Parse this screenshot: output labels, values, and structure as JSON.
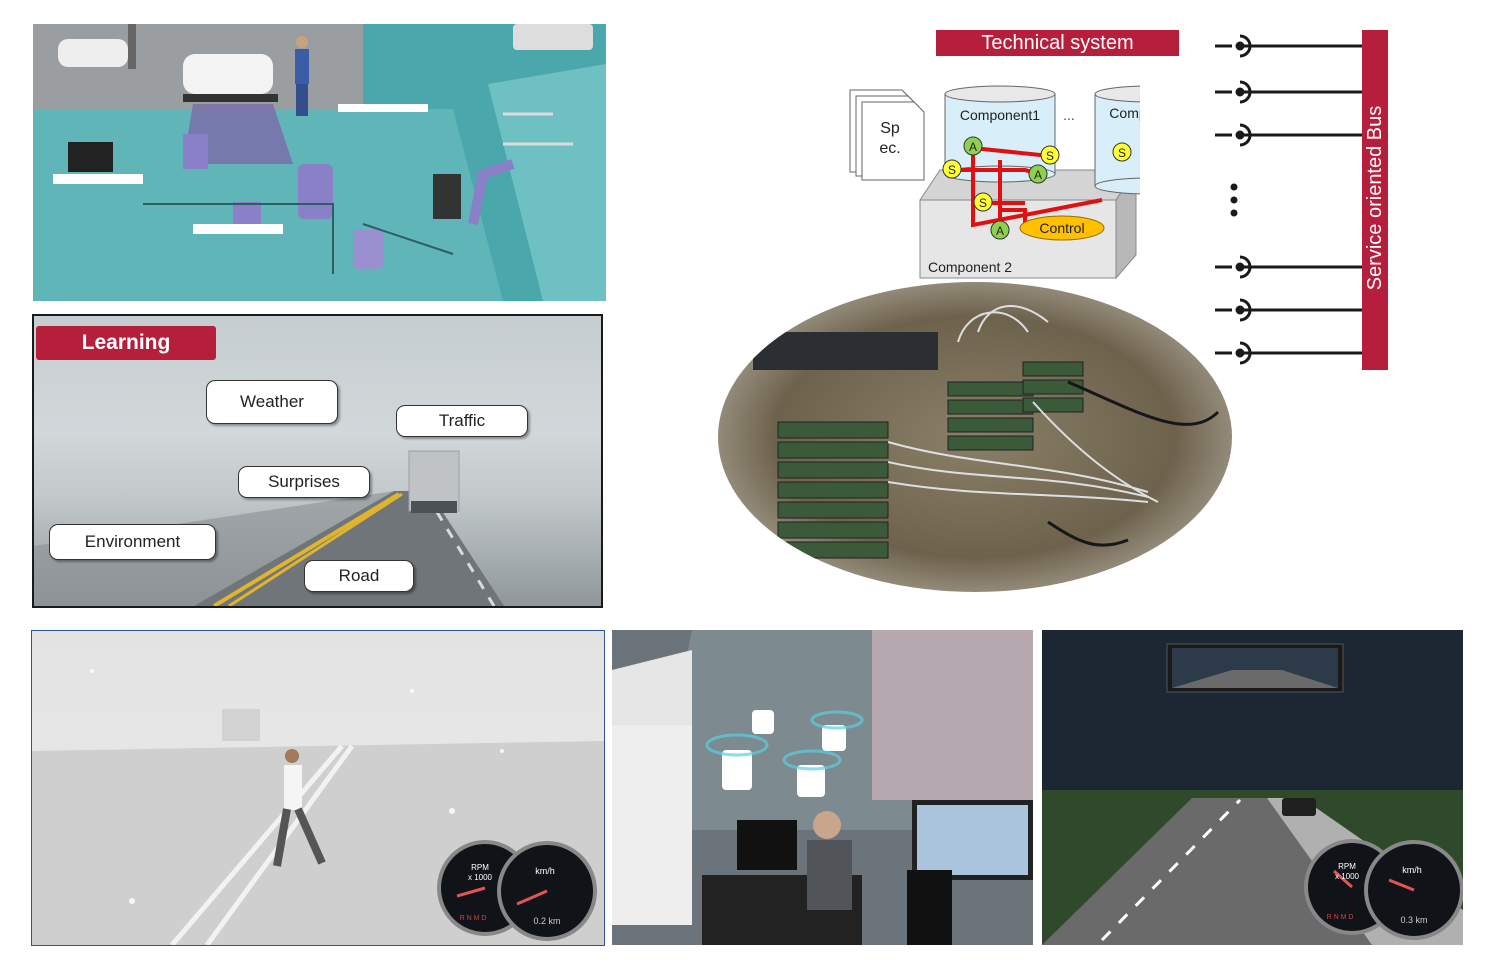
{
  "learning": {
    "header": "Learning",
    "tags": {
      "weather": "Weather",
      "traffic": "Traffic",
      "surprises": "Surprises",
      "environment": "Environment",
      "road": "Road"
    }
  },
  "technical_system": {
    "title": "Technical system",
    "spec_line1": "Sp",
    "spec_line2": "ec.",
    "component1": "Component1",
    "ellipsis": "...",
    "component_i": "Component  i",
    "component2": "Component  2",
    "control": "Control",
    "port_a": "A",
    "port_s": "S",
    "bus_label": "Service oriented Bus"
  },
  "dashboards": {
    "rpm_label": "RPM",
    "rpm_unit": "x 1000",
    "speed_unit": "km/h",
    "gears": "R N M D",
    "odometer_left": "0.2 km",
    "odometer_right": "0.3 km"
  },
  "colors": {
    "accent": "#b51f3c",
    "wire": "#e01010",
    "port_a": "#8fd14f",
    "port_s": "#ffff33",
    "control": "#ffc000"
  }
}
